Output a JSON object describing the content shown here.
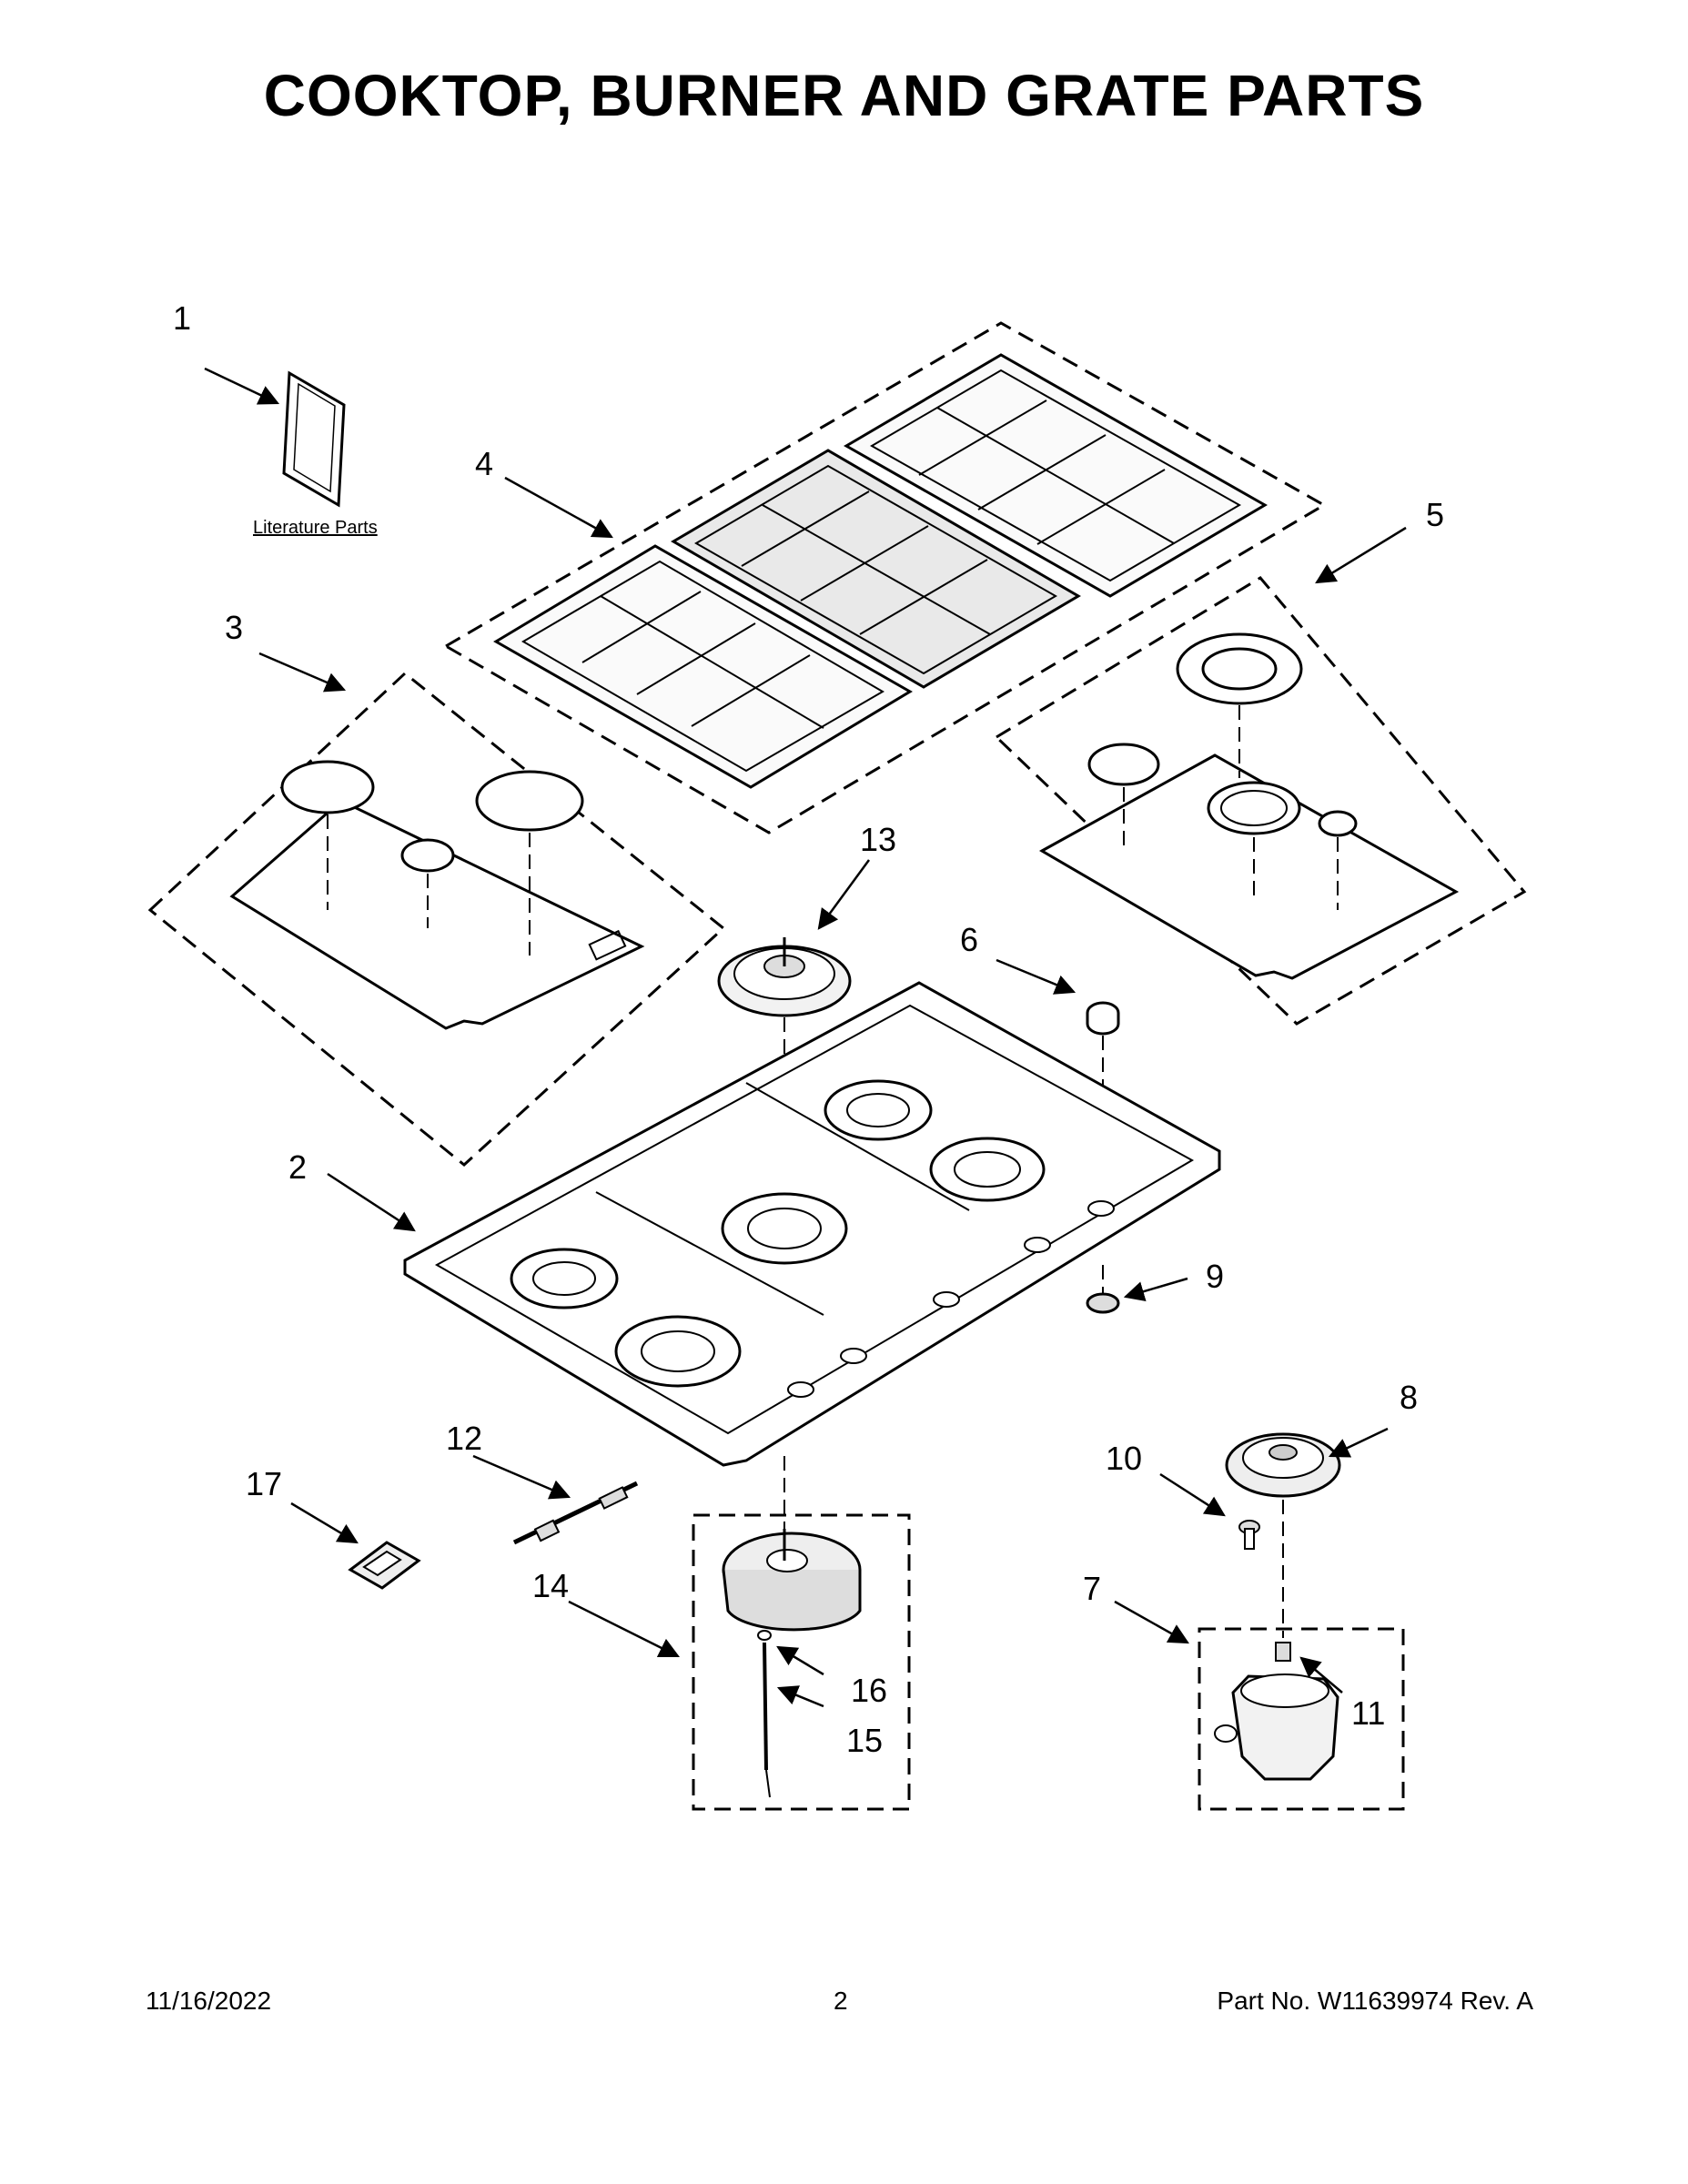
{
  "page": {
    "title": "COOKTOP, BURNER AND GRATE PARTS",
    "literature_label": "Literature Parts",
    "footer": {
      "date": "11/16/2022",
      "page_number": "2",
      "part_no": "Part No.  W11639974  Rev.  A"
    }
  },
  "callouts": {
    "c1": "1",
    "c2": "2",
    "c3": "3",
    "c4": "4",
    "c5": "5",
    "c6": "6",
    "c7": "7",
    "c8": "8",
    "c9": "9",
    "c10": "10",
    "c11": "11",
    "c12": "12",
    "c13": "13",
    "c14": "14",
    "c15": "15",
    "c16": "16",
    "c17": "17"
  },
  "colors": {
    "ink": "#000000",
    "paper": "#ffffff",
    "part_fill": "#f2f2f2"
  }
}
